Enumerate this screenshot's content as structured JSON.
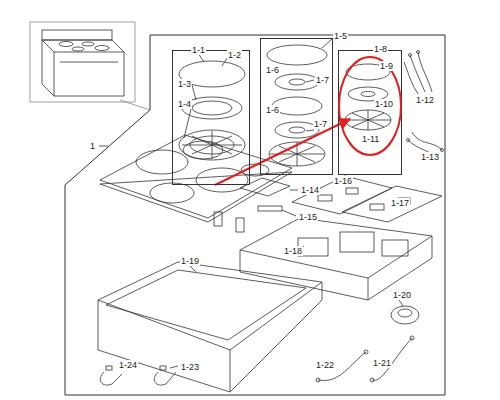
{
  "diagram": {
    "nodes": [
      {
        "text": [
          "1"
        ]
      },
      {
        "text": [
          "1-1",
          "1-2",
          "1-3",
          "1-4"
        ],
        "in": 0
      },
      {
        "text": [
          "1-6",
          "1-7",
          "1-6",
          "1-7"
        ],
        "in": 0
      },
      {
        "text": [
          "1-8"
        ],
        "in": 0
      },
      {
        "text": [
          "1-9",
          "1-10",
          "1-11"
        ],
        "in": 3
      }
    ],
    "labels": [
      "1-5",
      "1-12",
      "1-13",
      "1-14",
      "1-15",
      "1-16",
      "1-17",
      "1-18",
      "1-19",
      "1-20",
      "1-21",
      "1-22",
      "1-23",
      "1-24"
    ]
  }
}
